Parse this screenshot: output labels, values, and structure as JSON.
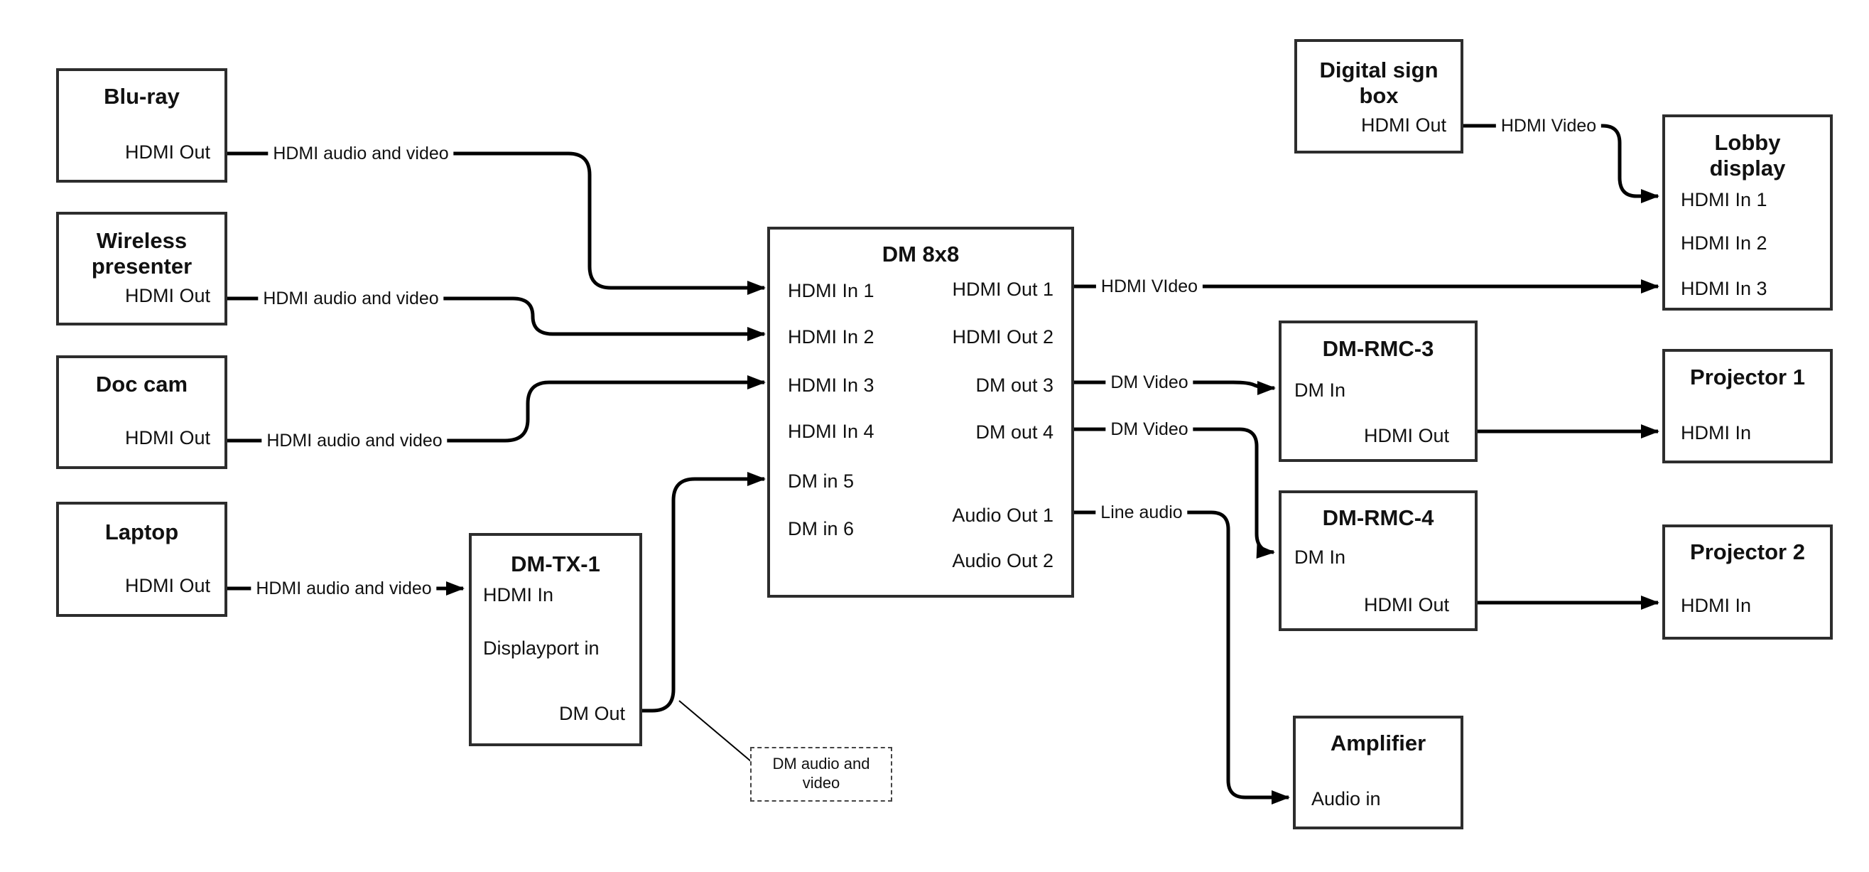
{
  "boxes": {
    "bluray": {
      "title": "Blu-ray",
      "port": "HDMI Out"
    },
    "wireless": {
      "title": "Wireless presenter",
      "port": "HDMI Out"
    },
    "doccam": {
      "title": "Doc cam",
      "port": "HDMI Out"
    },
    "laptop": {
      "title": "Laptop",
      "port": "HDMI Out"
    },
    "dmtx1": {
      "title": "DM-TX-1",
      "hdmi_in": "HDMI In",
      "displayport_in": "Displayport in",
      "dm_out": "DM Out"
    },
    "dm8x8": {
      "title": "DM 8x8",
      "hdmi_in_1": "HDMI In 1",
      "hdmi_in_2": "HDMI In 2",
      "hdmi_in_3": "HDMI In 3",
      "hdmi_in_4": "HDMI In 4",
      "dm_in_5": "DM in 5",
      "dm_in_6": "DM in 6",
      "hdmi_out_1": "HDMI Out 1",
      "hdmi_out_2": "HDMI Out 2",
      "dm_out_3": "DM out 3",
      "dm_out_4": "DM out 4",
      "audio_out_1": "Audio Out 1",
      "audio_out_2": "Audio Out 2"
    },
    "digital_sign": {
      "title": "Digital sign box",
      "port": "HDMI Out"
    },
    "lobby": {
      "title": "Lobby display",
      "hdmi_in_1": "HDMI In 1",
      "hdmi_in_2": "HDMI In 2",
      "hdmi_in_3": "HDMI In 3"
    },
    "rmc3": {
      "title": "DM-RMC-3",
      "dm_in": "DM In",
      "hdmi_out": "HDMI Out"
    },
    "proj1": {
      "title": "Projector 1",
      "hdmi_in": "HDMI In"
    },
    "rmc4": {
      "title": "DM-RMC-4",
      "dm_in": "DM In",
      "hdmi_out": "HDMI Out"
    },
    "proj2": {
      "title": "Projector 2",
      "hdmi_in": "HDMI In"
    },
    "amp": {
      "title": "Amplifier",
      "audio_in": "Audio in"
    }
  },
  "wire_labels": {
    "bluray": "HDMI audio and video",
    "wireless": "HDMI audio and video",
    "doccam": "HDMI audio and video",
    "laptop": "HDMI audio and video",
    "hdmi_out_1": "HDMI VIdeo",
    "dm_out_3": "DM Video",
    "dm_out_4": "DM Video",
    "audio_out_1": "Line audio",
    "digital_sign": "HDMI Video"
  },
  "note": {
    "text": "DM audio and video"
  },
  "colors": {
    "wire": "#000000",
    "box_border": "#2d2d2d",
    "background": "#ffffff",
    "text": "#111111"
  }
}
